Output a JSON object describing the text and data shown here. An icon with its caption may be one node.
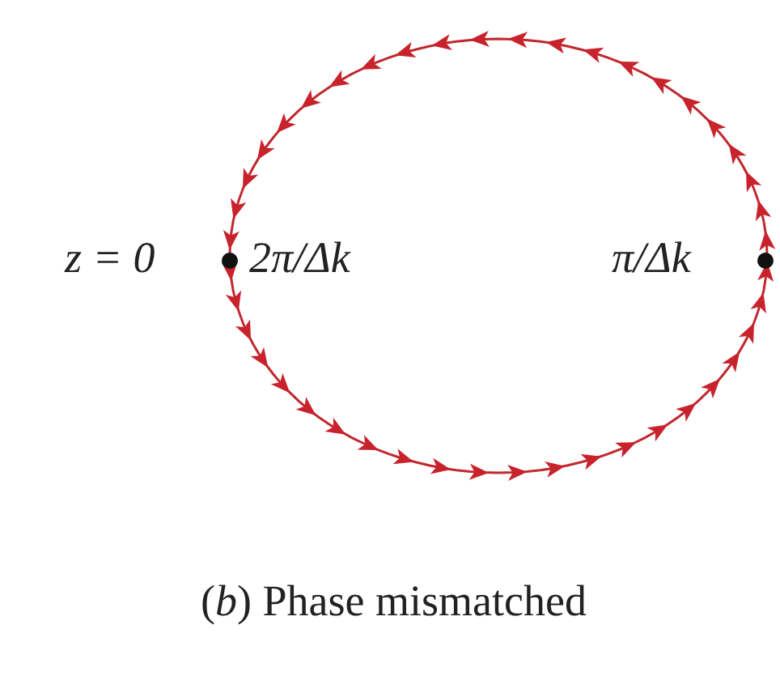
{
  "diagram": {
    "caption": "(*b*) Phase mismatched",
    "labels": [
      "z = 0",
      "2π/Δk",
      "π/Δk"
    ]
  }
}
